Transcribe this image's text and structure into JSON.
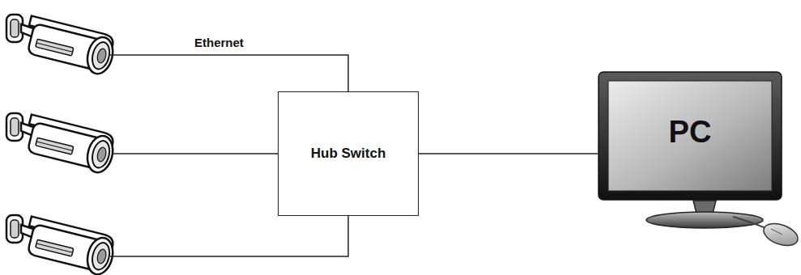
{
  "diagram": {
    "nodes": [
      {
        "text": [
          "Hub Switch"
        ]
      },
      {
        "text": [
          "PC"
        ]
      }
    ],
    "edges": [
      {
        "from": 0,
        "to": 1,
        "arrow": "none"
      }
    ],
    "labels": [
      "Ethernet"
    ]
  }
}
